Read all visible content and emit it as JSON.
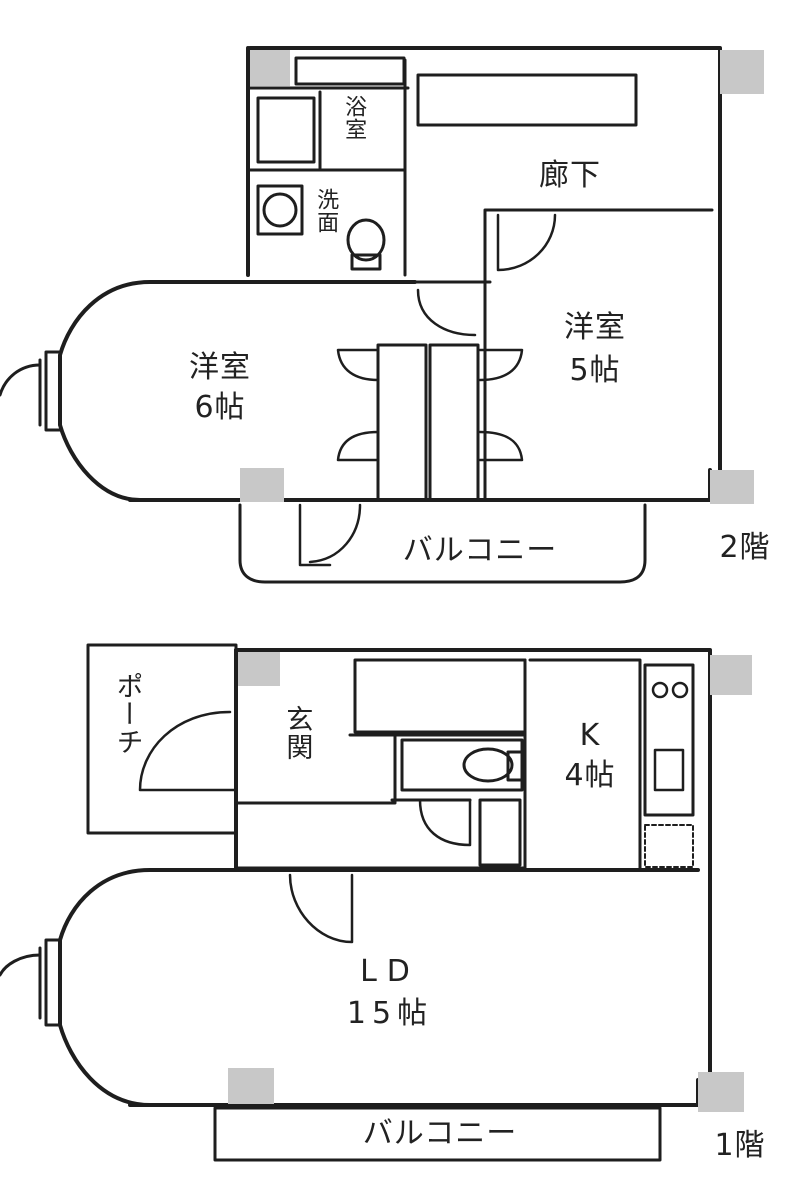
{
  "floor2": {
    "floor_label": "2階",
    "bath_label": "浴室",
    "washroom_label": "洗面",
    "hallway_label": "廊下",
    "western_room_a": {
      "name": "洋室",
      "size": "6帖"
    },
    "western_room_b": {
      "name": "洋室",
      "size": "5帖"
    },
    "balcony_label": "バルコニー"
  },
  "floor1": {
    "floor_label": "1階",
    "porch_label": "ポーチ",
    "entrance_label": "玄関",
    "kitchen": {
      "name": "K",
      "size": "4帖"
    },
    "living_dining": {
      "name": "LD",
      "size": "15帖"
    },
    "balcony_label": "バルコニー"
  },
  "colors": {
    "wall": "#1e1e1e",
    "shade": "#c8c8c8",
    "fixture": "#333333"
  }
}
